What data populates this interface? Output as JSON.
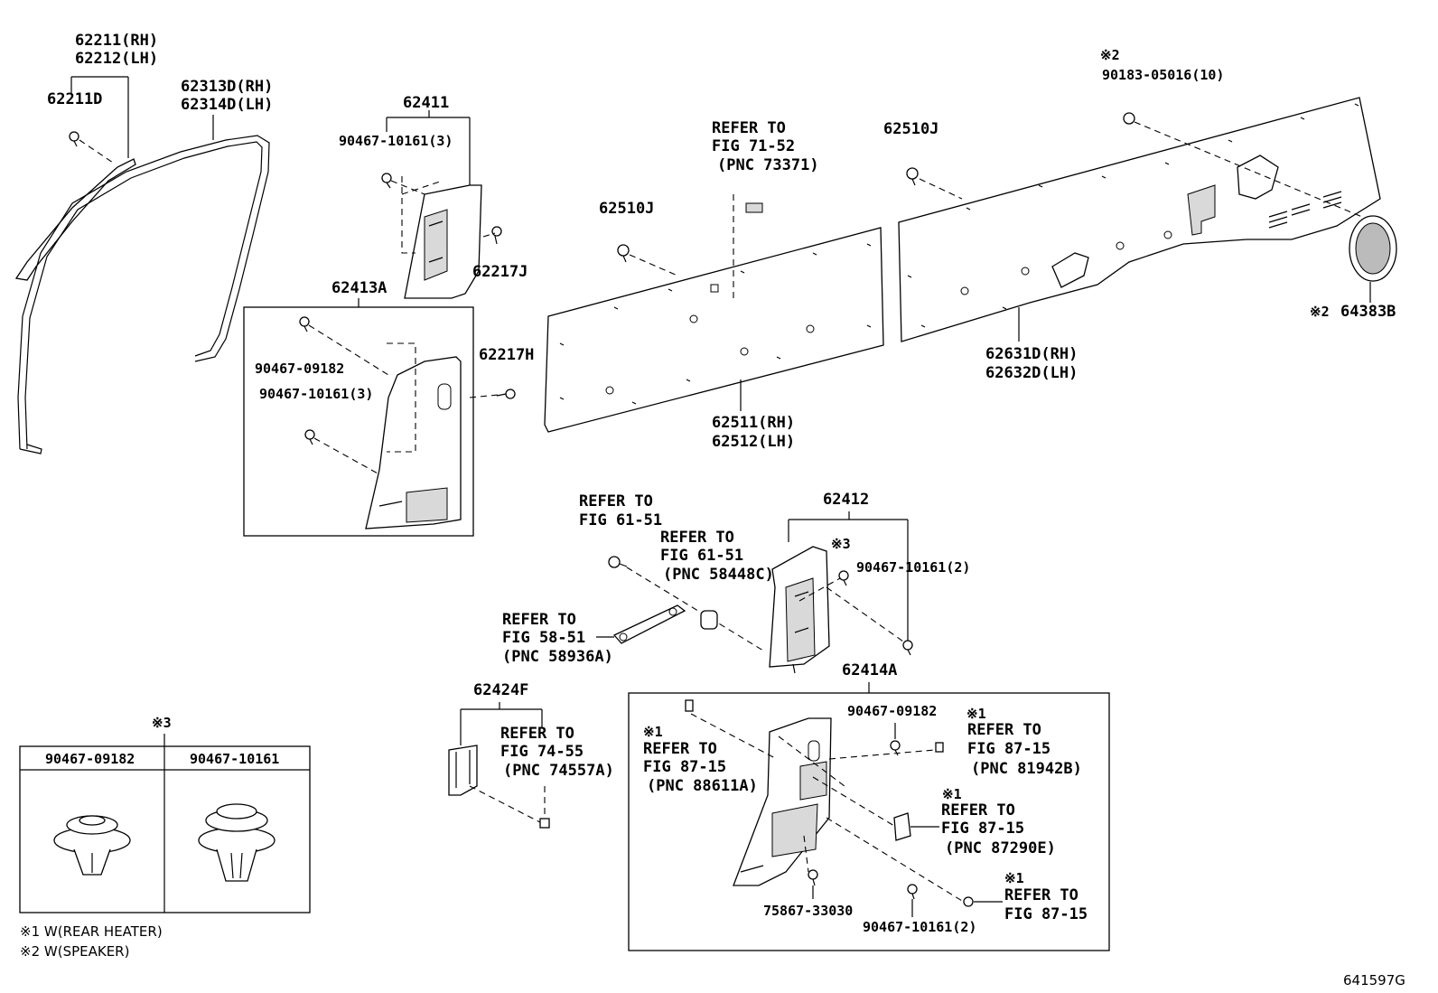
{
  "diagram_id": "641597G",
  "callouts": {
    "c62211": "62211(RH)",
    "c62212": "62212(LH)",
    "c62211D": "62211D",
    "c62313D": "62313D(RH)",
    "c62314D": "62314D(LH)",
    "c62411": "62411",
    "c90467_10161_3_top": "90467-10161(3)",
    "c62217J": "62217J",
    "c62413A": "62413A",
    "c90467_09182_a": "90467-09182",
    "c90467_10161_3_b": "90467-10161(3)",
    "c62217H": "62217H",
    "c62510J_a": "62510J",
    "c62510J_b": "62510J",
    "c62511": "62511(RH)",
    "c62512": "62512(LH)",
    "c62631D": "62631D(RH)",
    "c62632D": "62632D(LH)",
    "c90183": "90183-05016(10)",
    "c64383B": "64383B",
    "c62412": "62412",
    "c90467_10161_2_a": "90467-10161(2)",
    "c62414A": "62414A",
    "c62424F": "62424F",
    "c90467_09182_b": "90467-09182",
    "c75867": "75867-33030",
    "c90467_10161_2_b": "90467-10161(2)"
  },
  "refer_notes": {
    "r_73371": [
      "REFER TO",
      "FIG 71-52",
      "(PNC 73371)"
    ],
    "r_61_51_a": [
      "REFER TO",
      "FIG 61-51"
    ],
    "r_58448C": [
      "REFER TO",
      "FIG 61-51",
      "(PNC 58448C)"
    ],
    "r_58936A": [
      "REFER TO",
      "FIG 58-51",
      "(PNC 58936A)"
    ],
    "r_74557A": [
      "REFER TO",
      "FIG 74-55",
      "(PNC 74557A)"
    ],
    "r_88611A": [
      "REFER TO",
      "FIG 87-15",
      "(PNC 88611A)"
    ],
    "r_81942B": [
      "REFER TO",
      "FIG 87-15",
      "(PNC 81942B)"
    ],
    "r_87290E": [
      "REFER TO",
      "FIG 87-15",
      "(PNC 87290E)"
    ],
    "r_87_15": [
      "REFER TO",
      "FIG 87-15"
    ]
  },
  "marks": {
    "m1": "※1",
    "m2": "※2",
    "m3": "※3"
  },
  "legend_table": {
    "mark": "※3",
    "col1": "90467-09182",
    "col2": "90467-10161"
  },
  "footnotes": {
    "f1": "※1 W(REAR HEATER)",
    "f2": "※2 W(SPEAKER)"
  }
}
